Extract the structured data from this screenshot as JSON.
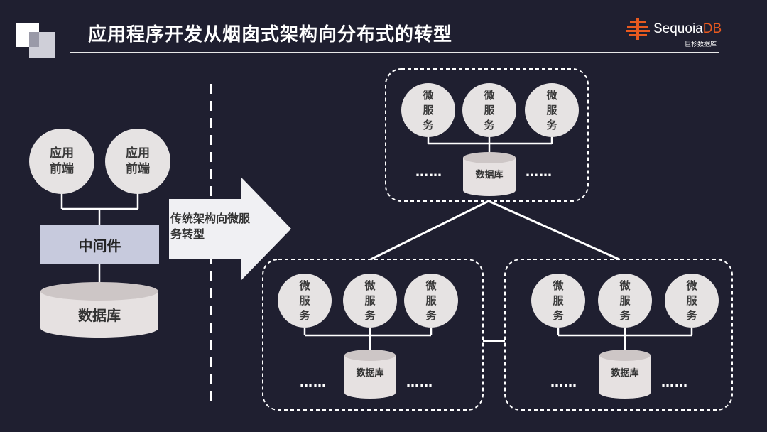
{
  "title": "应用程序开发从烟囱式架构向分布式的转型",
  "logo": {
    "name_main": "Sequoia",
    "name_accent": "DB",
    "subtitle": "巨杉数据库"
  },
  "colors": {
    "background": "#1f1f30",
    "node": "#e6e3e3",
    "middleware": "#c7cadd",
    "accent": "#e8591f"
  },
  "left": {
    "frontends": [
      "应用前端",
      "应用前端"
    ],
    "middleware": "中间件",
    "database": "数据库"
  },
  "arrow_label": "传统架构向微服务转型",
  "right": {
    "microservice_label": "微服务",
    "database_label": "数据库",
    "ellipsis": "……"
  }
}
